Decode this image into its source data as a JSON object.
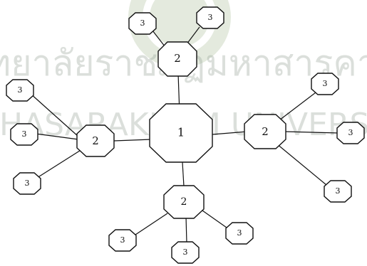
{
  "watermark": {
    "line1": "วิทยาลัยราชภัฏมหาสารคาม",
    "line2": "MAHASARAKHAM UNIVERSITY",
    "logo": "seal-logo"
  },
  "nodes": {
    "center": {
      "label": "1"
    },
    "top": {
      "label": "2"
    },
    "left": {
      "label": "2"
    },
    "right": {
      "label": "2"
    },
    "bottom": {
      "label": "2"
    },
    "top_leaf_a": {
      "label": "3"
    },
    "top_leaf_b": {
      "label": "3"
    },
    "left_leaf_a": {
      "label": "3"
    },
    "left_leaf_b": {
      "label": "3"
    },
    "left_leaf_c": {
      "label": "3"
    },
    "right_leaf_a": {
      "label": "3"
    },
    "right_leaf_b": {
      "label": "3"
    },
    "right_leaf_c": {
      "label": "3"
    },
    "bottom_leaf_a": {
      "label": "3"
    },
    "bottom_leaf_b": {
      "label": "3"
    },
    "bottom_leaf_c": {
      "label": "3"
    }
  }
}
